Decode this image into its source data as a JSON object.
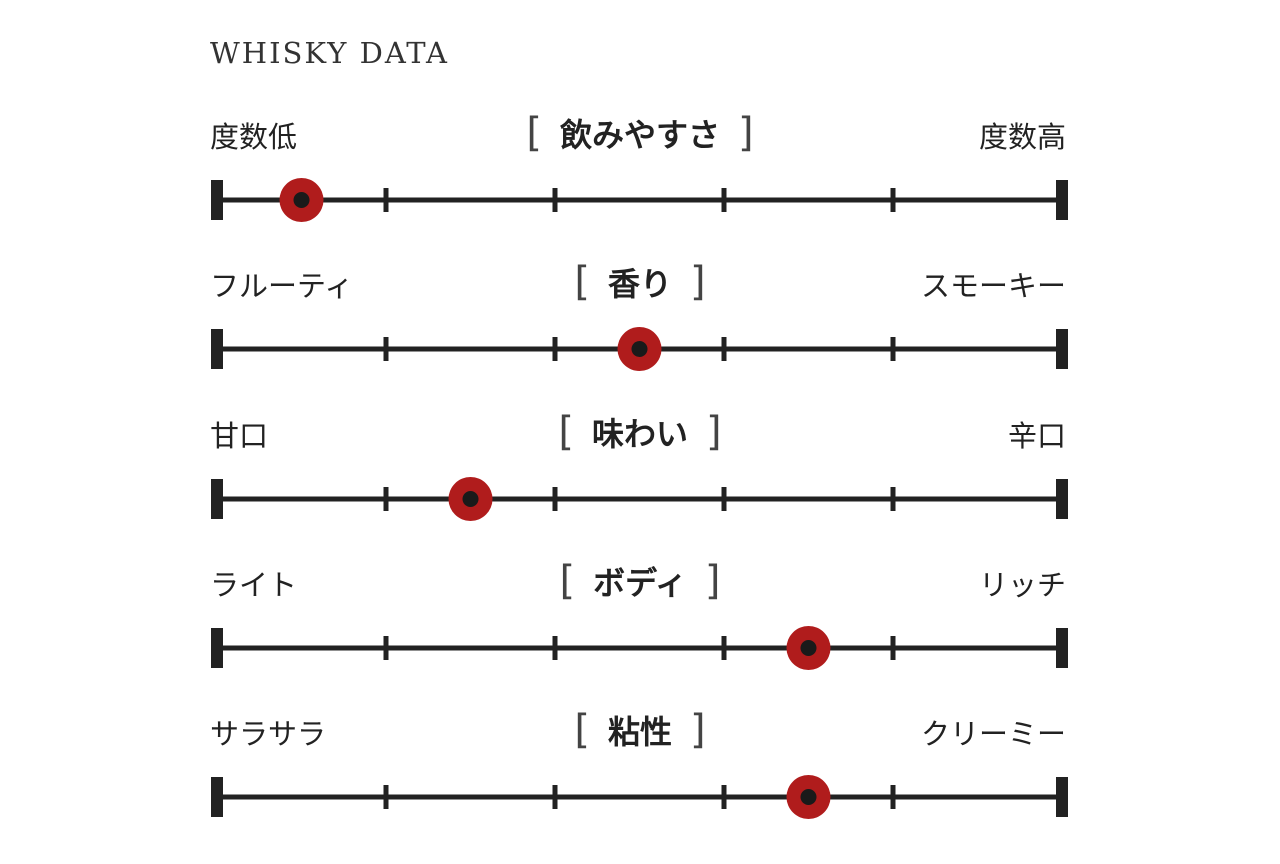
{
  "title": "WHISKY DATA",
  "chart_data": {
    "type": "scatter",
    "title": "WHISKY DATA",
    "scale_min": 0,
    "scale_max": 5,
    "ticks": [
      0,
      1,
      2,
      3,
      4,
      5
    ],
    "marker_color": "#b01c1c",
    "line_color": "#222222",
    "rows": [
      {
        "category": "飲みやすさ",
        "left": "度数低",
        "right": "度数高",
        "value": 0.5
      },
      {
        "category": "香り",
        "left": "フルーティ",
        "right": "スモーキー",
        "value": 2.5
      },
      {
        "category": "味わい",
        "left": "甘口",
        "right": "辛口",
        "value": 1.5
      },
      {
        "category": "ボディ",
        "left": "ライト",
        "right": "リッチ",
        "value": 3.5
      },
      {
        "category": "粘性",
        "left": "サラサラ",
        "right": "クリーミー",
        "value": 3.5
      }
    ],
    "brackets": [
      "[",
      "]"
    ]
  }
}
